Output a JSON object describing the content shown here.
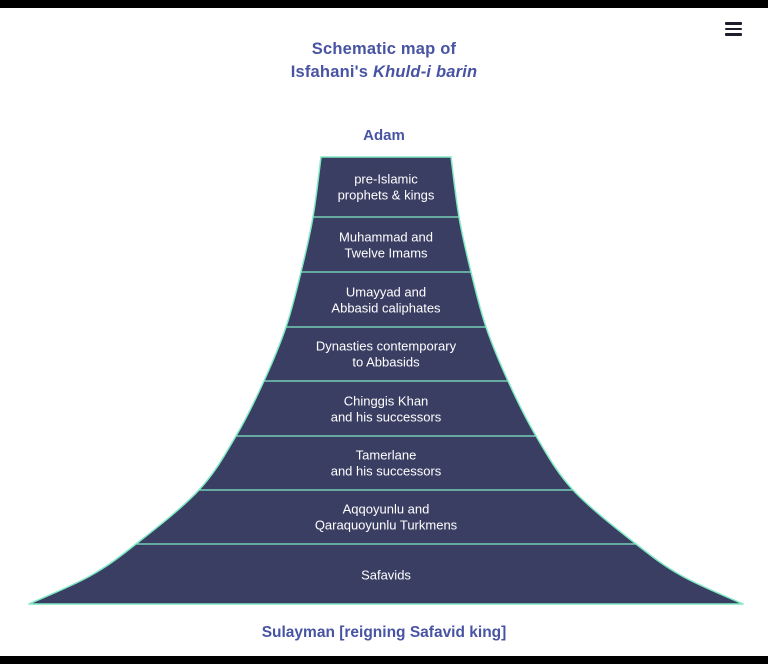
{
  "header": {
    "title_line1": "Schematic map of",
    "title_line2_text": "Isfahani's ",
    "title_line2_italic": "Khuld-i barin"
  },
  "diagram": {
    "top_label": "Adam",
    "bottom_label": "Sulayman [reigning Safavid king]",
    "tiers": [
      {
        "label": "pre-Islamic\nprophets & kings"
      },
      {
        "label": "Muhammad and\nTwelve Imams"
      },
      {
        "label": "Umayyad and\nAbbasid caliphates"
      },
      {
        "label": "Dynasties contemporary\nto Abbasids"
      },
      {
        "label": "Chinggis Khan\nand his successors"
      },
      {
        "label": "Tamerlane\nand his successors"
      },
      {
        "label": "Aqqoyunlu and\nQaraquoyunlu Turkmens"
      },
      {
        "label": "Safavids"
      }
    ]
  },
  "colors": {
    "pyramid_fill": "#3a3e63",
    "pyramid_stroke": "#7fe9c4",
    "accent_text": "#4854a3",
    "tier_text": "#ffffff",
    "menu_icon": "#1d1d2b"
  }
}
